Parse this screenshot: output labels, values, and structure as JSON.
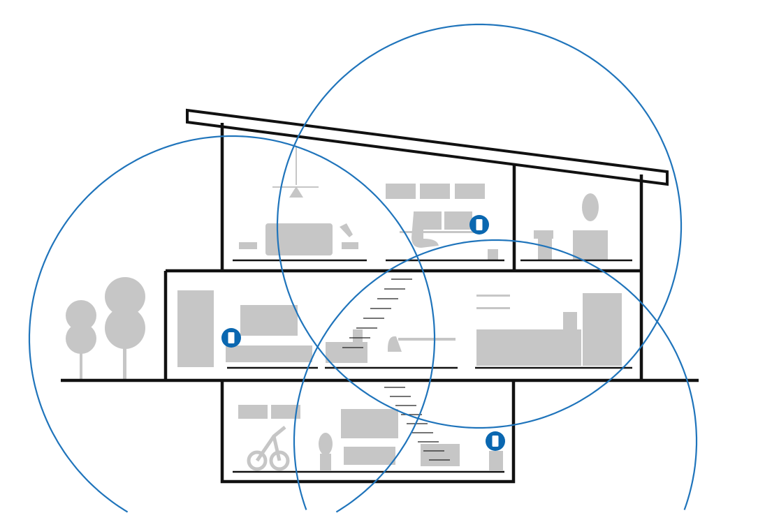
{
  "colors": {
    "coverage_ring": "#1f74bb",
    "router_badge": "#0a67b0",
    "walls": "#111111",
    "furniture": "#c6c6c6",
    "background": "#ffffff"
  },
  "routers": [
    {
      "room": "upper-office",
      "icon": "mesh-router-icon"
    },
    {
      "room": "living-room",
      "icon": "mesh-router-icon"
    },
    {
      "room": "basement",
      "icon": "mesh-router-icon"
    }
  ]
}
